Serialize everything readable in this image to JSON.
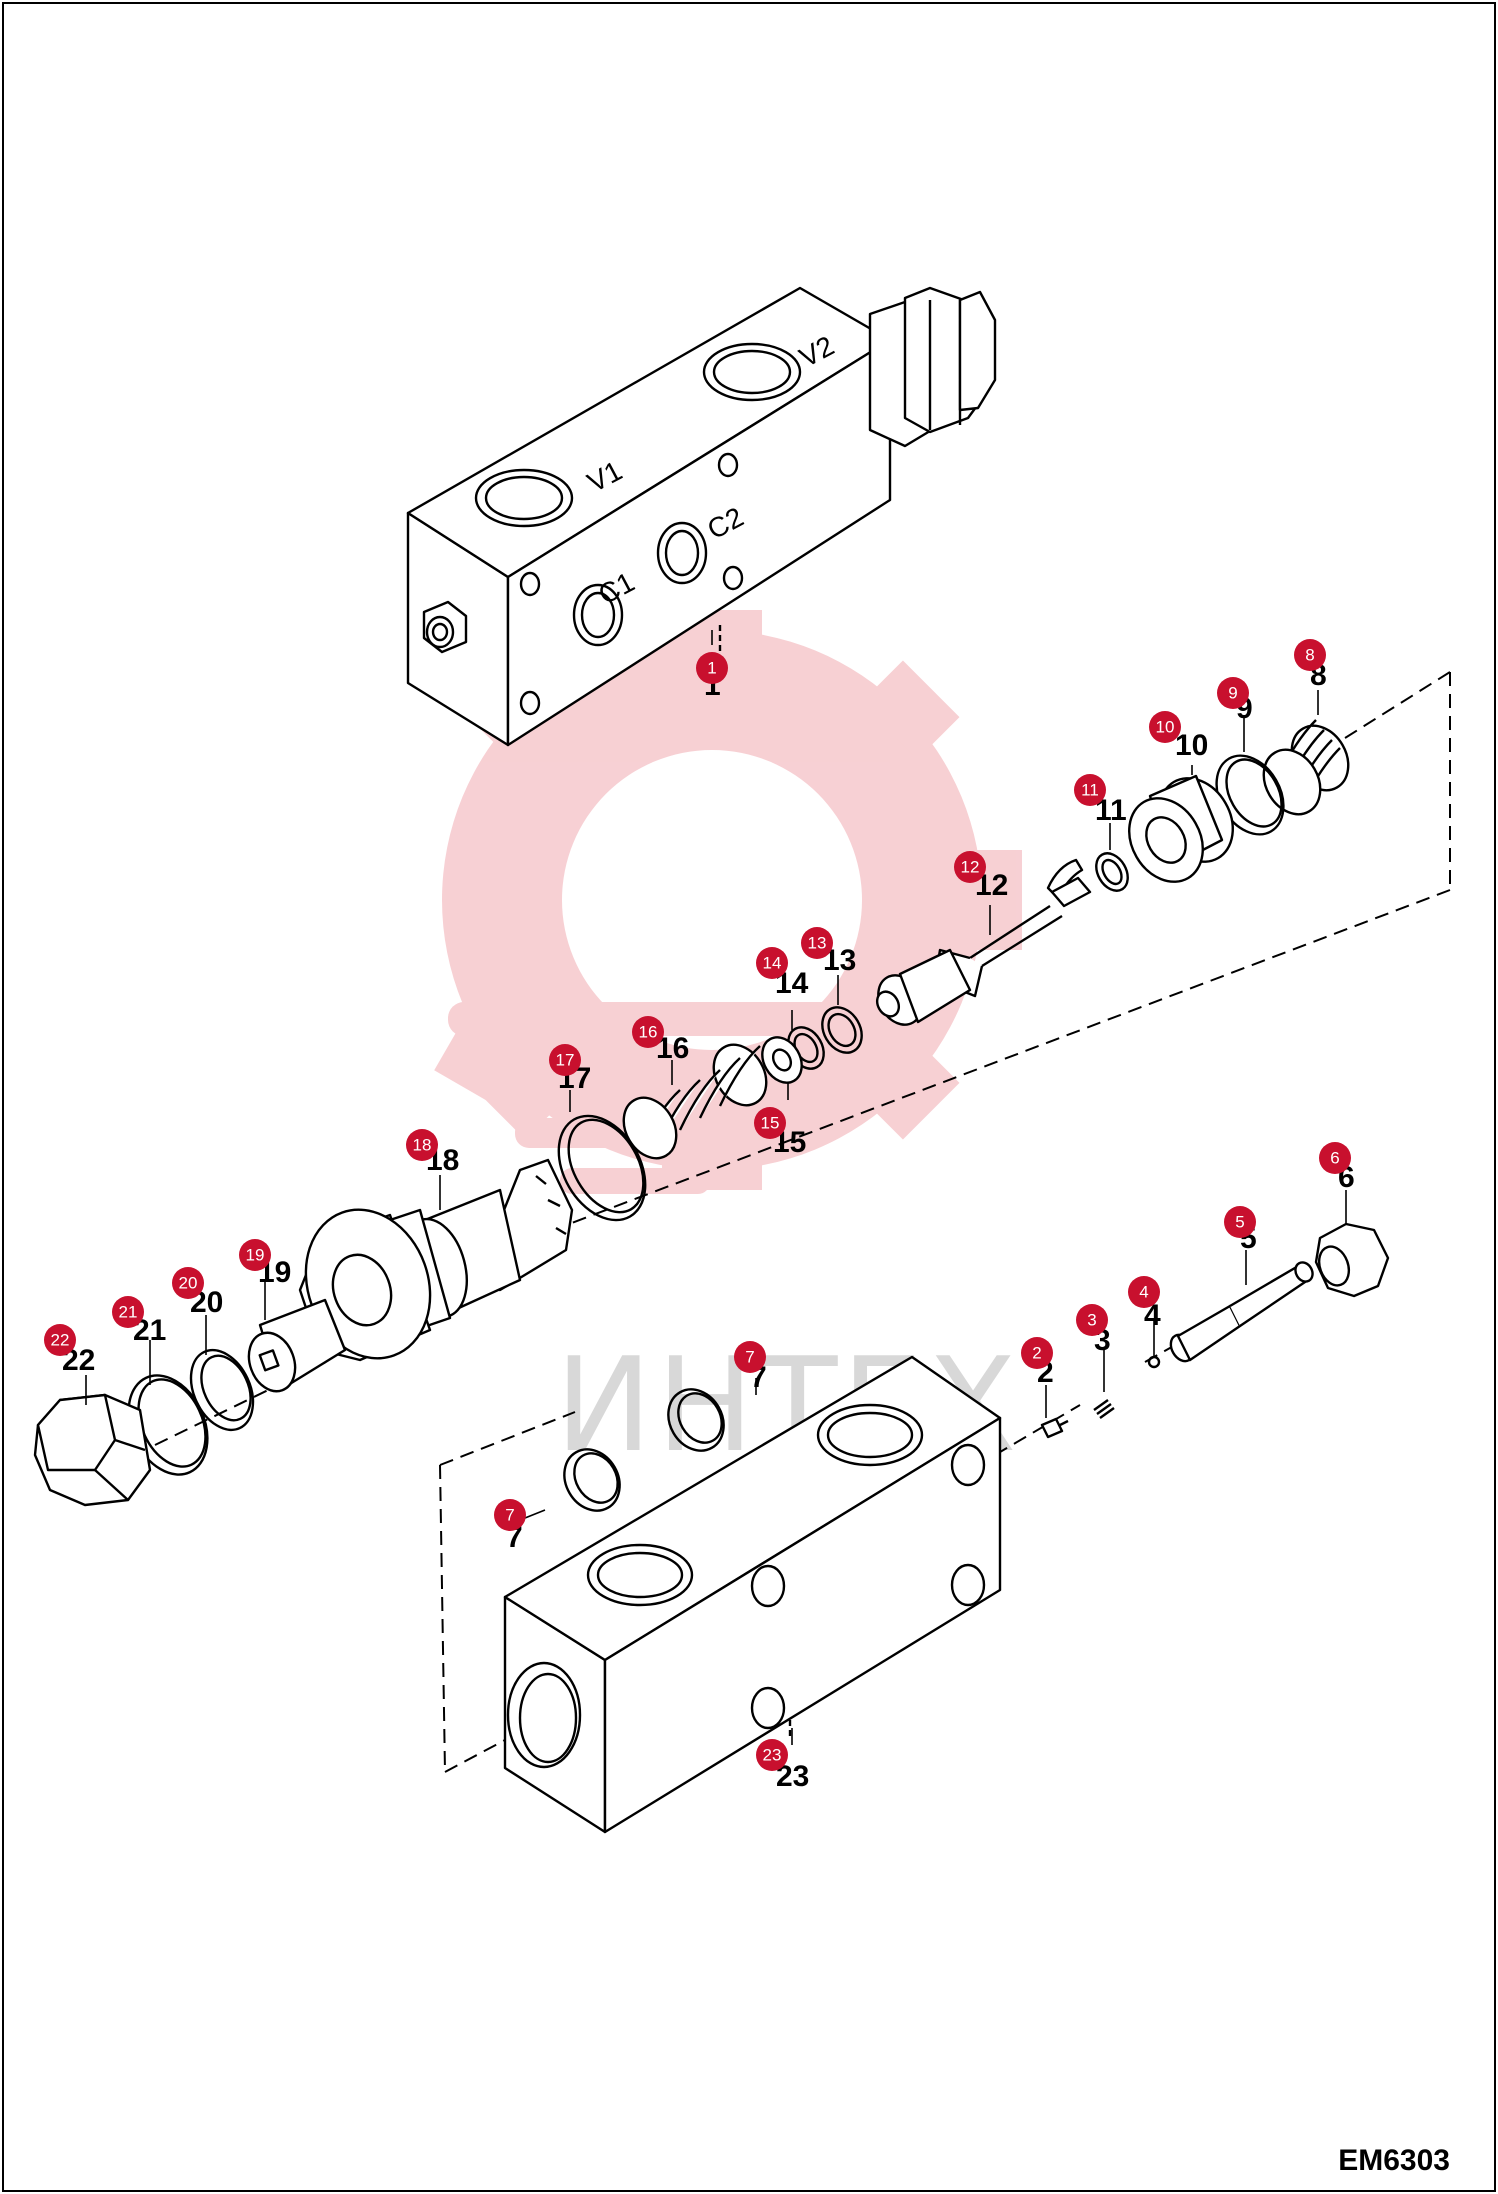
{
  "drawing_code": "EM6303",
  "watermark": "ИНТЕХ",
  "colors": {
    "badge": "#c8102e",
    "watermark_gear": "#f6c8cc",
    "line": "#000000"
  },
  "ports": {
    "v1": "V1",
    "v2": "V2",
    "c1": "C1",
    "c2": "C2"
  },
  "callouts": [
    {
      "id": "1",
      "label": "1"
    },
    {
      "id": "2",
      "label": "2"
    },
    {
      "id": "3",
      "label": "3"
    },
    {
      "id": "4",
      "label": "4"
    },
    {
      "id": "5",
      "label": "5"
    },
    {
      "id": "6",
      "label": "6"
    },
    {
      "id": "7a",
      "label": "7"
    },
    {
      "id": "7b",
      "label": "7"
    },
    {
      "id": "8",
      "label": "8"
    },
    {
      "id": "9",
      "label": "9"
    },
    {
      "id": "10",
      "label": "10"
    },
    {
      "id": "11",
      "label": "11"
    },
    {
      "id": "12",
      "label": "12"
    },
    {
      "id": "13",
      "label": "13"
    },
    {
      "id": "14",
      "label": "14"
    },
    {
      "id": "15",
      "label": "15"
    },
    {
      "id": "16",
      "label": "16"
    },
    {
      "id": "17",
      "label": "17"
    },
    {
      "id": "18",
      "label": "18"
    },
    {
      "id": "19",
      "label": "19"
    },
    {
      "id": "20",
      "label": "20"
    },
    {
      "id": "21",
      "label": "21"
    },
    {
      "id": "22",
      "label": "22"
    },
    {
      "id": "23",
      "label": "23"
    }
  ]
}
